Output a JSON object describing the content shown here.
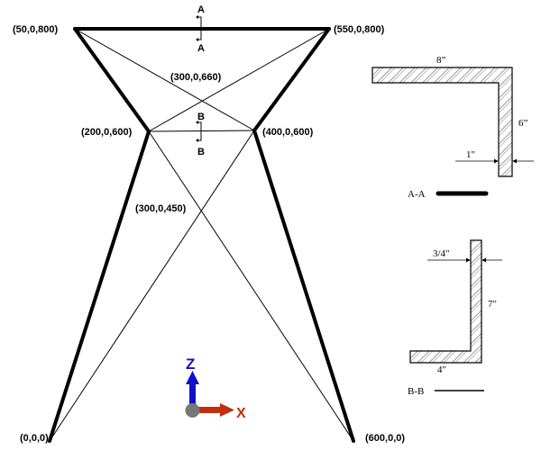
{
  "nodes": {
    "top_left": "(50,0,800)",
    "top_right": "(550,0,800)",
    "upper_cross": "(300,0,660)",
    "mid_left": "(200,0,600)",
    "mid_right": "(400,0,600)",
    "lower_cross": "(300,0,450)",
    "bottom_left": "(0,0,0)",
    "bottom_right": "(600,0,0)"
  },
  "cut_marks": {
    "a": "A",
    "b": "B"
  },
  "section_aa": {
    "title": "A-A",
    "width_dim": "8”",
    "height_dim": "6”",
    "thickness_dim": "1\""
  },
  "section_bb": {
    "title": "B-B",
    "width_dim": "4\"",
    "height_dim": "7\"",
    "thickness_dim": "3/4\""
  },
  "axes": {
    "z_label": "Z",
    "x_label": "X",
    "z_color": "#1010c8",
    "x_color": "#c03010"
  }
}
